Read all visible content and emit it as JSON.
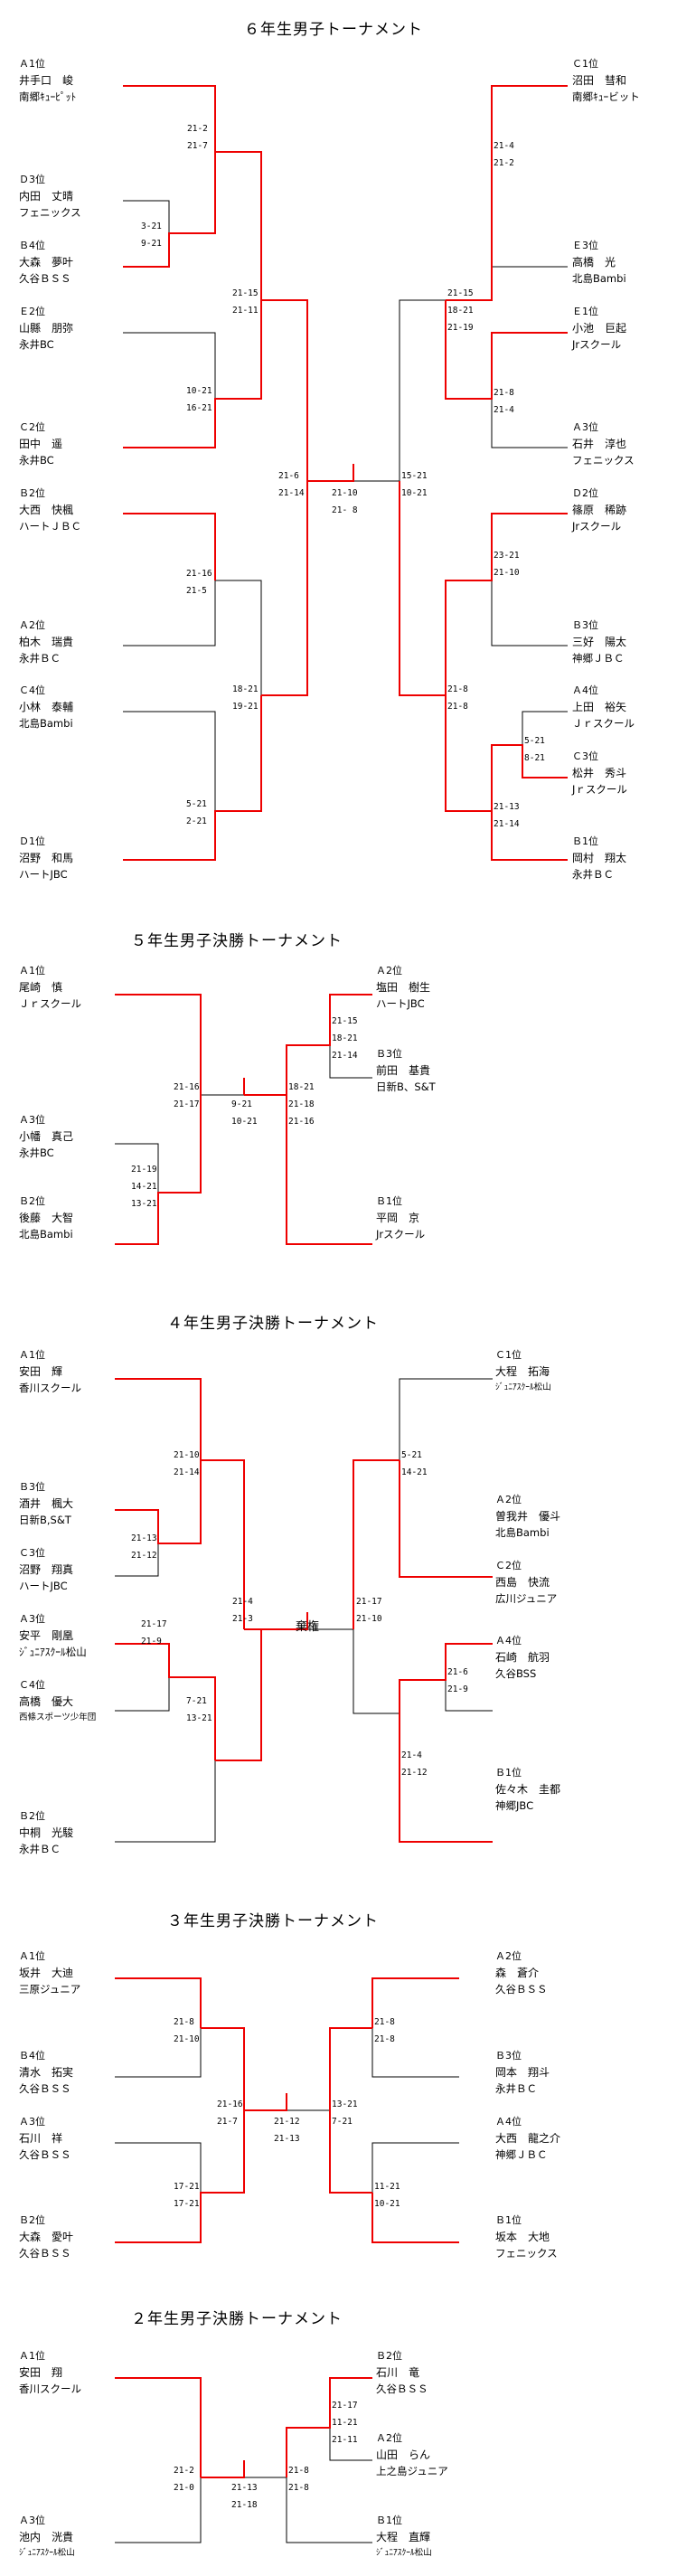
{
  "colors": {
    "winner_line": "#ee0000",
    "loser_line": "#000000"
  },
  "sections": {
    "g6": {
      "title": "６年生男子トーナメント",
      "left_players": [
        {
          "seed": "Ａ1位",
          "name": "井手口　峻",
          "team": "南郷ｷｭｰﾋﾟｯﾄ"
        },
        {
          "seed": "Ｄ3位",
          "name": "内田　丈晴",
          "team": "フェニックス"
        },
        {
          "seed": "Ｂ4位",
          "name": "大森　夢叶",
          "team": "久谷ＢＳＳ"
        },
        {
          "seed": "Ｅ2位",
          "name": "山縣　朋弥",
          "team": "永井BC"
        },
        {
          "seed": "Ｃ2位",
          "name": "田中　遥",
          "team": "永井BC"
        },
        {
          "seed": "Ｂ2位",
          "name": "大西　快楓",
          "team": "ハートＪＢＣ"
        },
        {
          "seed": "Ａ2位",
          "name": "柏木　瑞貴",
          "team": "永井ＢＣ"
        },
        {
          "seed": "Ｃ4位",
          "name": "小林　泰輔",
          "team": "北島Bambi"
        },
        {
          "seed": "Ｄ1位",
          "name": "沼野　和馬",
          "team": "ハートJBC"
        }
      ],
      "right_players": [
        {
          "seed": "Ｃ1位",
          "name": "沼田　彗和",
          "team": "南郷ｷｭｰビット"
        },
        {
          "seed": "Ｅ3位",
          "name": "高橋　光",
          "team": "北島Bambi"
        },
        {
          "seed": "Ｅ1位",
          "name": "小池　巨起",
          "team": "Jrスクール"
        },
        {
          "seed": "Ａ3位",
          "name": "石井　淳也",
          "team": "フェニックス"
        },
        {
          "seed": "Ｄ2位",
          "name": "篠原　稀跡",
          "team": "Jrスクール"
        },
        {
          "seed": "Ｂ3位",
          "name": "三好　陽太",
          "team": "神郷ＪＢＣ"
        },
        {
          "seed": "Ａ4位",
          "name": "上田　裕矢",
          "team": "Ｊｒスクール"
        },
        {
          "seed": "Ｃ3位",
          "name": "松井　秀斗",
          "team": "Jｒスクール"
        },
        {
          "seed": "Ｂ1位",
          "name": "岡村　翔太",
          "team": "永井ＢＣ"
        }
      ],
      "scores": {
        "l_d3_b4": "3-21\n9-21",
        "l_a1_r": "21-2\n21-7",
        "l_e2_c2": "10-21\n16-21",
        "l_top_semi": "21-15\n21-11",
        "l_b2_a2": "21-16\n21-5",
        "l_c4_d1": "5-21\n2-21",
        "l_bot_semi": "18-21\n19-21",
        "l_final": "21-6\n21-14",
        "final": "21-10\n21- 8",
        "r_final": "15-21\n10-21",
        "r_c1_e3": "21-4\n21-2",
        "r_e1_a3": "21-8\n21-4",
        "r_top_semi": "21-15\n18-21\n21-19",
        "r_d2_b3": "23-21\n21-10",
        "r_a4_c3": "5-21\n8-21",
        "r_b1": "21-13\n21-14",
        "r_bot_semi": "21-8\n21-8"
      }
    },
    "g5": {
      "title": "５年生男子決勝トーナメント",
      "left_players": [
        {
          "seed": "Ａ1位",
          "name": "尾崎　慎",
          "team": "Ｊｒスクール"
        },
        {
          "seed": "Ａ3位",
          "name": "小幡　真己",
          "team": "永井BC"
        },
        {
          "seed": "Ｂ2位",
          "name": "後藤　大智",
          "team": "北島Bambi"
        }
      ],
      "right_players": [
        {
          "seed": "Ａ2位",
          "name": "塩田　樹生",
          "team": "ハートJBC"
        },
        {
          "seed": "Ｂ3位",
          "name": "前田　基貴",
          "team": "日新B、S&T"
        },
        {
          "seed": "Ｂ1位",
          "name": "平岡　京",
          "team": "Jrスクール"
        }
      ],
      "scores": {
        "l_a3_b2": "21-19\n14-21\n13-21",
        "l_semi": "21-16\n21-17",
        "final": "9-21\n10-21",
        "r_a2_b3": "21-15\n18-21\n21-14",
        "r_semi": "18-21\n21-18\n21-16"
      }
    },
    "g4": {
      "title": "４年生男子決勝トーナメント",
      "left_players": [
        {
          "seed": "Ａ1位",
          "name": "安田　輝",
          "team": "香川スクール"
        },
        {
          "seed": "Ｂ3位",
          "name": "酒井　楓大",
          "team": "日新B,S&T"
        },
        {
          "seed": "Ｃ3位",
          "name": "沼野　翔真",
          "team": "ハートJBC"
        },
        {
          "seed": "Ａ3位",
          "name": "安平　剛凰",
          "team": "ｼﾞｭﾆｱｽｸｰﾙ松山"
        },
        {
          "seed": "Ｃ4位",
          "name": "高橋　優大",
          "team": "西條スポーツ少年団"
        },
        {
          "seed": "Ｂ2位",
          "name": "中桐　光駿",
          "team": "永井ＢＣ"
        }
      ],
      "right_players": [
        {
          "seed": "Ｃ1位",
          "name": "大程　拓海",
          "team": "ｼﾞｭﾆｱｽｸｰﾙ松山"
        },
        {
          "seed": "Ａ2位",
          "name": "曽我井　優斗",
          "team": "北島Bambi"
        },
        {
          "seed": "Ｃ2位",
          "name": "西島　快流",
          "team": "広川ジュニア"
        },
        {
          "seed": "Ａ4位",
          "name": "石崎　航羽",
          "team": "久谷BSS"
        },
        {
          "seed": "Ｂ1位",
          "name": "佐々木　圭都",
          "team": "神郷JBC"
        }
      ],
      "scores": {
        "l_b3_c3": "21-13\n21-12",
        "l_a1": "21-10\n21-14",
        "l_a3_c4": "21-17\n21-9",
        "l_b2": "7-21\n13-21",
        "l_semi": "21-4\n21-3",
        "final_text": "棄権",
        "r_semi": "21-17\n21-10",
        "r_c1_a2": "5-21\n14-21",
        "r_c2_a4": "21-6\n21-9",
        "r_b1": "21-4\n21-12"
      }
    },
    "g3": {
      "title": "３年生男子決勝トーナメント",
      "left_players": [
        {
          "seed": "Ａ1位",
          "name": "坂井　大迪",
          "team": "三原ジュニア"
        },
        {
          "seed": "Ｂ4位",
          "name": "清水　拓実",
          "team": "久谷ＢＳＳ"
        },
        {
          "seed": "Ａ3位",
          "name": "石川　祥",
          "team": "久谷ＢＳＳ"
        },
        {
          "seed": "Ｂ2位",
          "name": "大森　愛叶",
          "team": "久谷ＢＳＳ"
        }
      ],
      "right_players": [
        {
          "seed": "Ａ2位",
          "name": "森　蒼介",
          "team": "久谷ＢＳＳ"
        },
        {
          "seed": "Ｂ3位",
          "name": "岡本　翔斗",
          "team": "永井ＢＣ"
        },
        {
          "seed": "Ａ4位",
          "name": "大西　龍之介",
          "team": "神郷ＪＢＣ"
        },
        {
          "seed": "Ｂ1位",
          "name": "坂本　大地",
          "team": "フェニックス"
        }
      ],
      "scores": {
        "l_top": "21-8\n21-10",
        "l_bot": "17-21\n17-21",
        "l_semi": "21-16\n21-7",
        "final": "21-12\n21-13",
        "r_semi": "13-21\n7-21",
        "r_top": "21-8\n21-8",
        "r_bot": "11-21\n10-21"
      }
    },
    "g2": {
      "title": "２年生男子決勝トーナメント",
      "left_players": [
        {
          "seed": "Ａ1位",
          "name": "安田　翔",
          "team": "香川スクール"
        },
        {
          "seed": "Ａ3位",
          "name": "池内　洸貴",
          "team": "ｼﾞｭﾆｱｽｸｰﾙ松山"
        }
      ],
      "right_players": [
        {
          "seed": "Ｂ2位",
          "name": "石川　竜",
          "team": "久谷ＢＳＳ"
        },
        {
          "seed": "Ａ2位",
          "name": "山田　らん",
          "team": "上之島ジュニア"
        },
        {
          "seed": "Ｂ1位",
          "name": "大程　直輝",
          "team": "ｼﾞｭﾆｱｽｸｰﾙ松山"
        }
      ],
      "scores": {
        "l_semi": "21-2\n21-0",
        "final": "21-13\n21-18",
        "r_top": "21-17\n11-21\n21-11",
        "r_semi": "21-8\n21-8"
      }
    }
  }
}
